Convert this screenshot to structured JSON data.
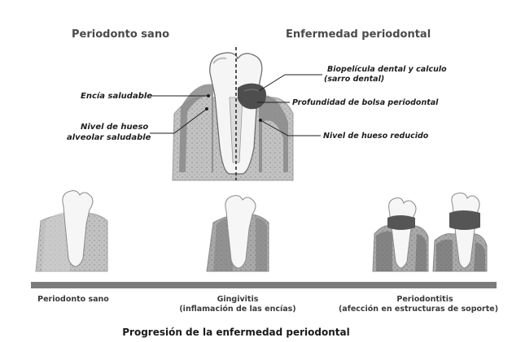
{
  "header": {
    "left": "Periodonto sano",
    "right": "Enfermedad periodontal"
  },
  "labels": {
    "healthy_gum": "Encía saludable",
    "healthy_bone_1": "Nivel de hueso",
    "healthy_bone_2": "alveolar saludable",
    "biofilm_1": "Biopelícula dental y calculo",
    "biofilm_2": "(sarro dental)",
    "pocket_depth": "Profundidad de bolsa periodontal",
    "reduced_bone": "Nivel de hueso reducido"
  },
  "stages": [
    {
      "line1": "Periodonto sano",
      "line2": ""
    },
    {
      "line1": "Gingivitis",
      "line2": "(inflamación de las encías)"
    },
    {
      "line1": "Periodontitis",
      "line2": "(afección en estructuras de soporte)"
    }
  ],
  "footer": {
    "title": "Progresión de la enfermedad periodontal"
  },
  "colors": {
    "bone": "#bdbdbd",
    "gum": "#7a7a7a",
    "tooth": "#f6f6f6",
    "plaque": "#555555",
    "bar": "#7c7c7c"
  }
}
